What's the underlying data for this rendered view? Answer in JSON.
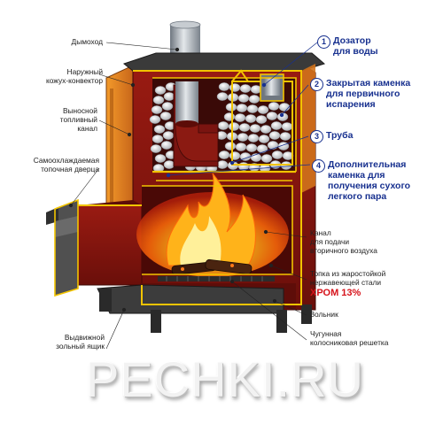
{
  "labels_left": {
    "chimney": "Дымоход",
    "convector": "Наружный\nкожух-конвектор",
    "channel": "Выносной\nтопливный\nканал",
    "door": "Самоохлаждаемая\nтопочная дверца",
    "ashbox": "Выдвижной\nзольный ящик"
  },
  "labels_right": {
    "n1": "1",
    "t1": "Дозатор\nдля воды",
    "n2": "2",
    "t2": "Закрытая каменка\nдля первичного\nиспарения",
    "n3": "3",
    "t3": "Труба",
    "n4": "4",
    "t4": "Дополнительная\nкаменка для\nполучения сухого\nлегкого пара",
    "air": "Канал\nдля подачи\nвторичного воздуха",
    "firebox": "Топка из жаростойкой\nнержавеющей стали",
    "steel": "ХРОМ 13%",
    "ash": "Зольник",
    "grate": "Чугунная\nколосниковая решетка"
  },
  "watermark": "PECHKI.RU",
  "colors": {
    "body": "#8a1810",
    "body_dark": "#5c0c08",
    "edge": "#f2c400",
    "casing": "#e8851c",
    "pipe": "#9aa3ad",
    "stone": "#e6e8ea",
    "accent": "#17308f",
    "label_red": "#d6121a"
  }
}
